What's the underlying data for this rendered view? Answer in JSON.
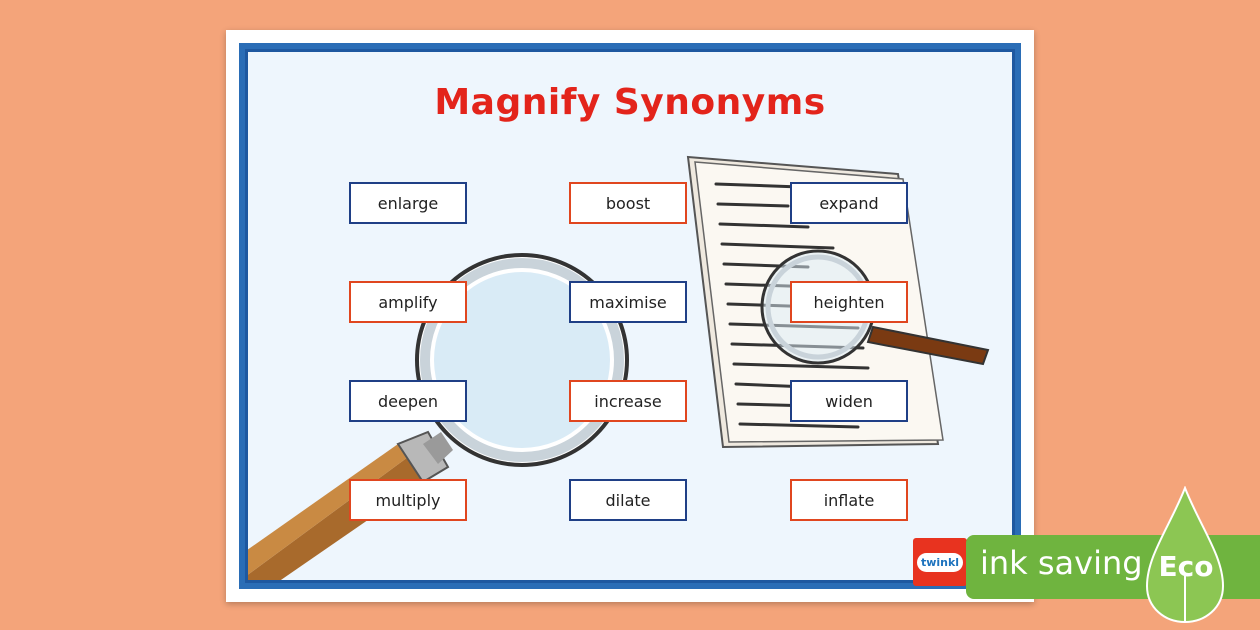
{
  "worksheet": {
    "title": "Magnify Synonyms",
    "words": [
      {
        "text": "enlarge",
        "border": "blue"
      },
      {
        "text": "boost",
        "border": "red"
      },
      {
        "text": "expand",
        "border": "blue"
      },
      {
        "text": "amplify",
        "border": "red"
      },
      {
        "text": "maximise",
        "border": "blue"
      },
      {
        "text": "heighten",
        "border": "red"
      },
      {
        "text": "deepen",
        "border": "blue"
      },
      {
        "text": "increase",
        "border": "red"
      },
      {
        "text": "widen",
        "border": "blue"
      },
      {
        "text": "multiply",
        "border": "red"
      },
      {
        "text": "dilate",
        "border": "blue"
      },
      {
        "text": "inflate",
        "border": "red"
      }
    ],
    "illustrations": [
      "magnifying-glass-icon",
      "paper-with-magnifier-icon"
    ]
  },
  "branding": {
    "logo_text": "twinkl",
    "eco_banner": "ink saving",
    "eco_badge": "Eco"
  },
  "colors": {
    "background": "#f4a47a",
    "title": "#e3241b",
    "frame": "#2a6db6",
    "word_border_blue": "#1f3f86",
    "word_border_red": "#e0461f",
    "eco_green": "#6fb43f"
  }
}
